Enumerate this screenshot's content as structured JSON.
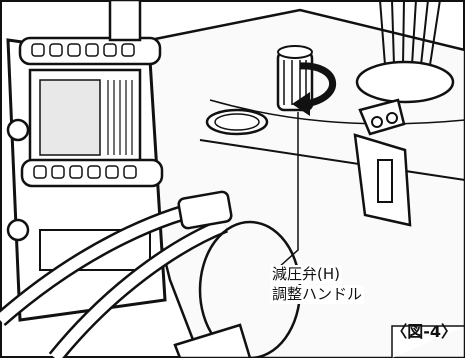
{
  "callout": {
    "line1": "減圧弁(H)",
    "line2": "調整ハンドル"
  },
  "figure_label": "〈図-4〉",
  "icons": {
    "adjust_handle": "rotation-arrow-icon"
  }
}
